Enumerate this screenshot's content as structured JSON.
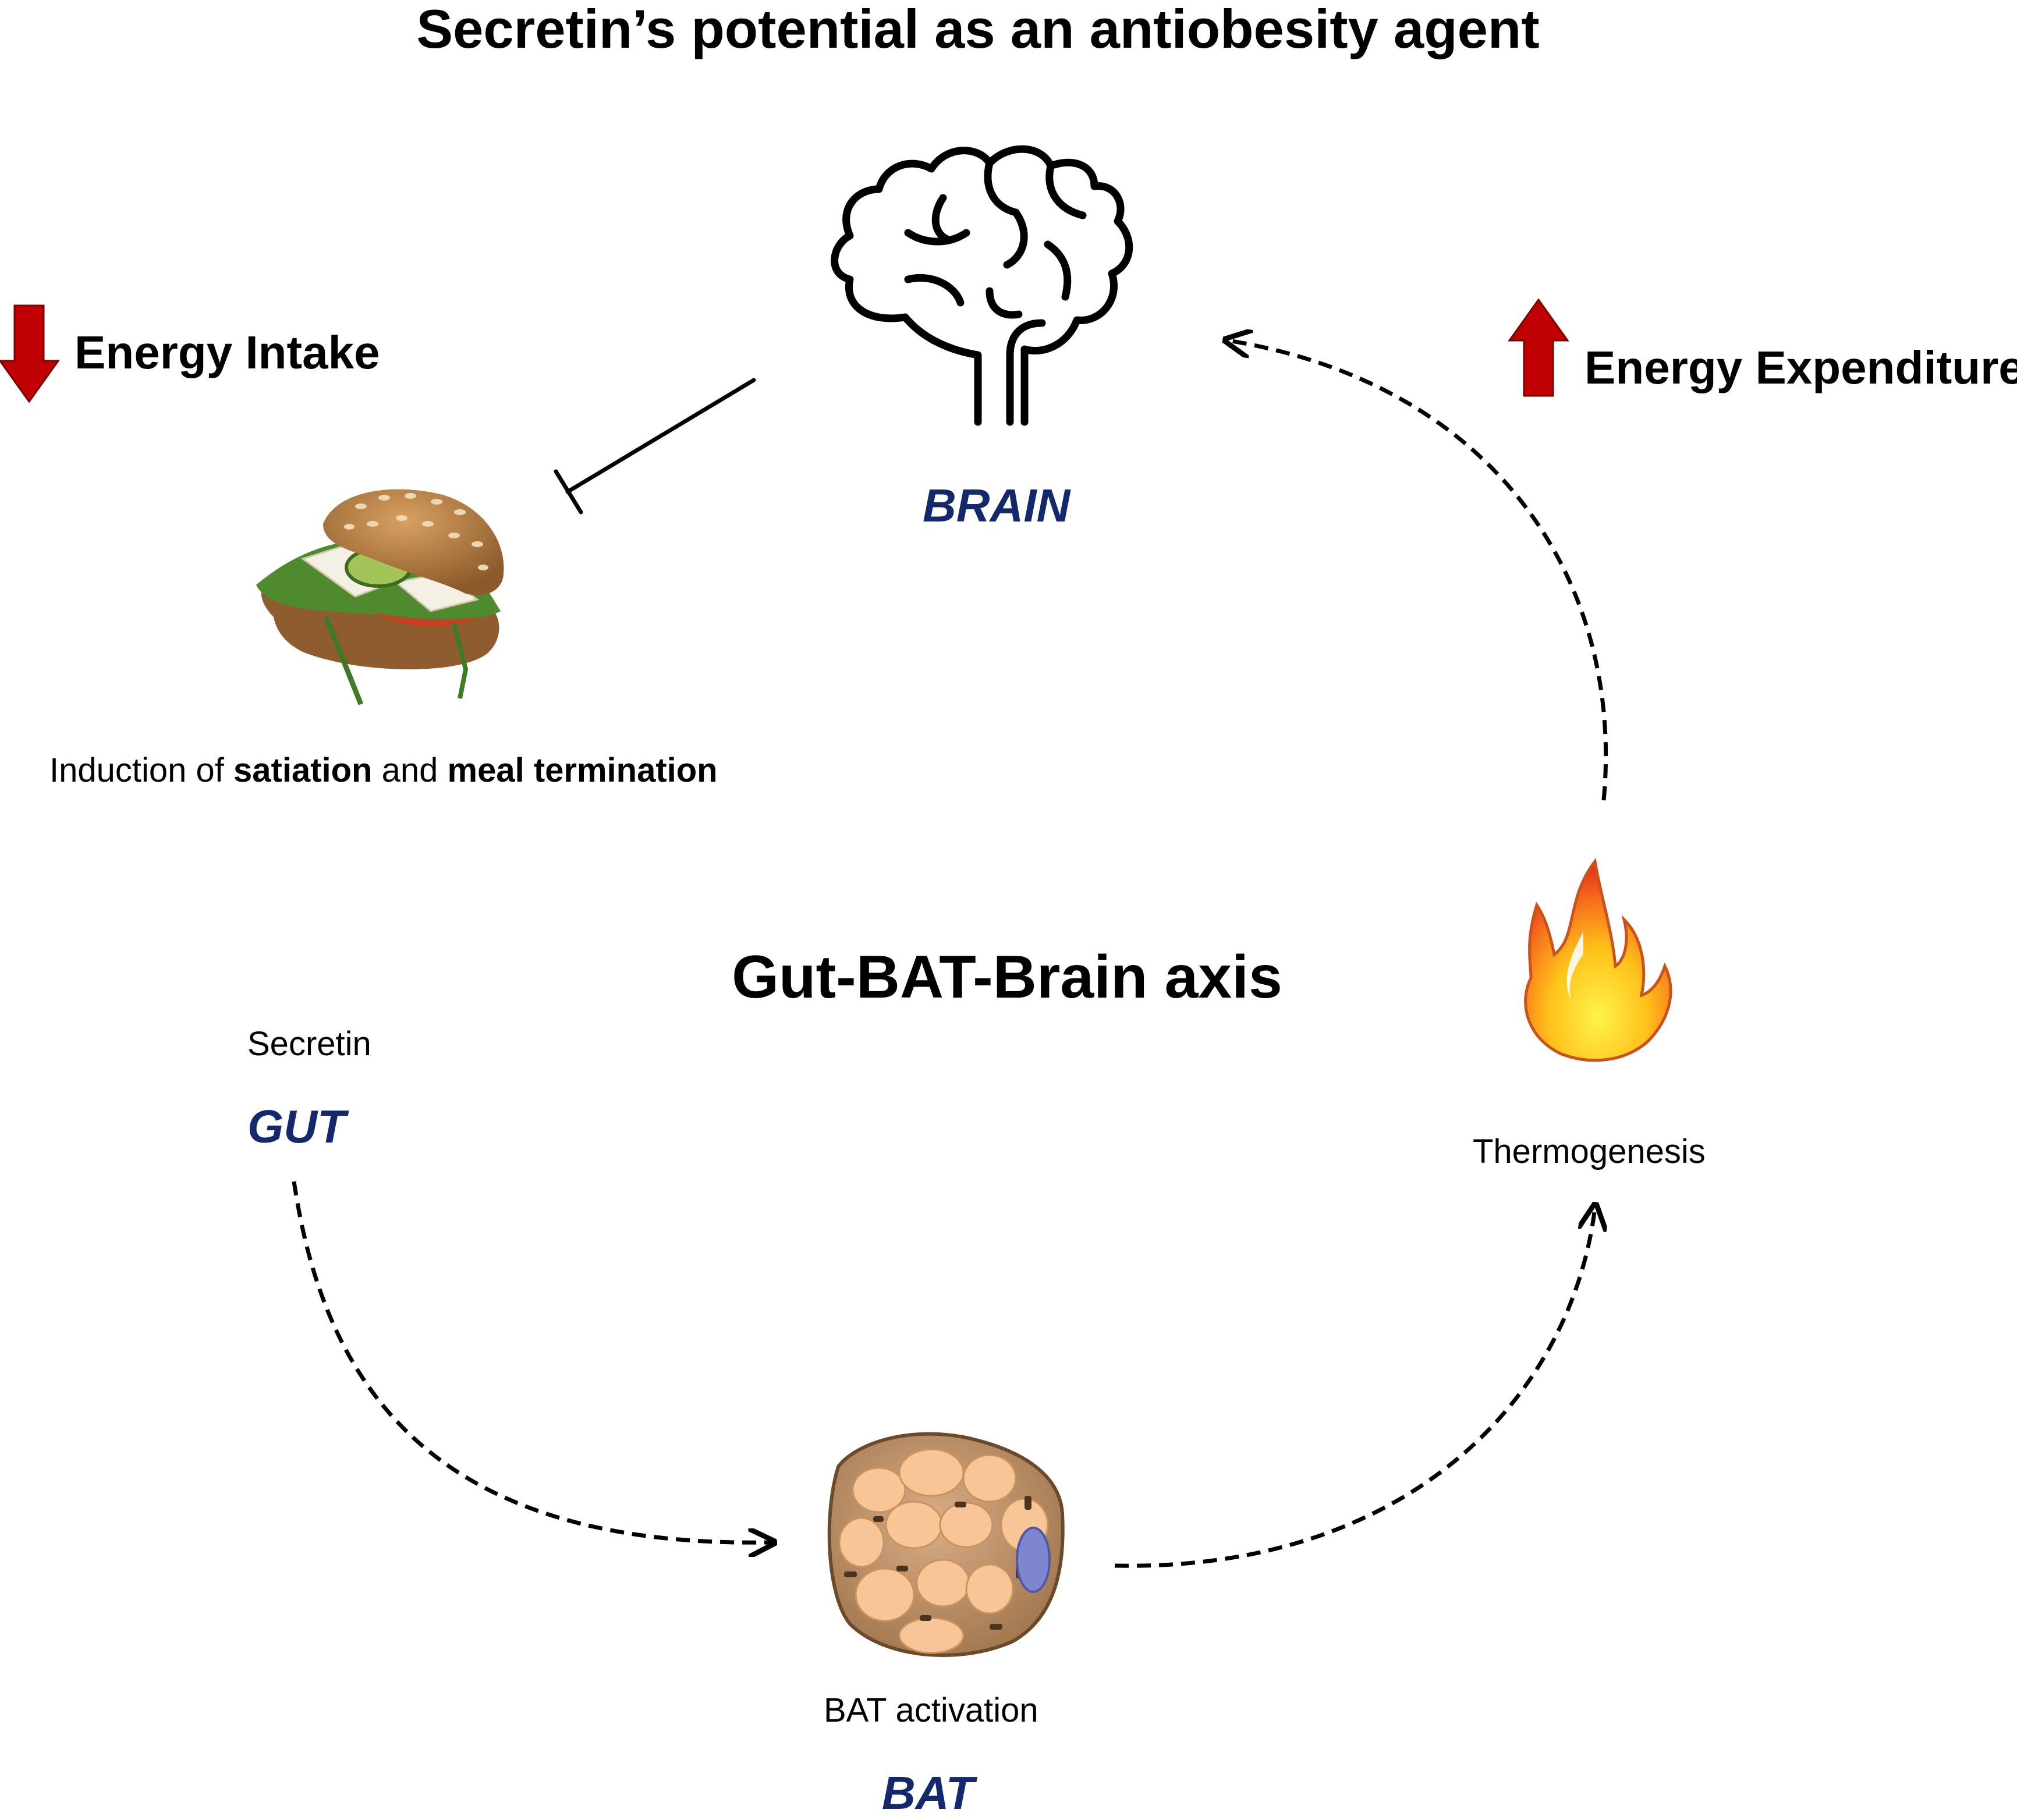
{
  "title": "Secretin’s potential as an antiobesity agent",
  "center_label": "Gut-BAT-Brain axis",
  "energy_intake": {
    "label": "Energy Intake",
    "direction": "down",
    "arrow_color": "#c00000"
  },
  "energy_expenditure": {
    "label": "Energy Expenditure",
    "direction": "up",
    "arrow_color": "#c00000"
  },
  "nodes": {
    "brain": {
      "label": "BRAIN",
      "icon": "brain-icon"
    },
    "gut": {
      "label": "GUT",
      "caption": "Secretin"
    },
    "bat": {
      "label": "BAT",
      "caption": "BAT activation",
      "icon": "brown-adipocyte-icon"
    },
    "thermogenesis": {
      "caption": "Thermogenesis",
      "icon": "flame-icon"
    }
  },
  "food": {
    "icon": "sandwich-icon",
    "caption": {
      "prefix": "Induction of ",
      "bold_1": "satiation",
      "middle": " and ",
      "bold_2": "meal termination"
    }
  },
  "label_color": "#14286e"
}
